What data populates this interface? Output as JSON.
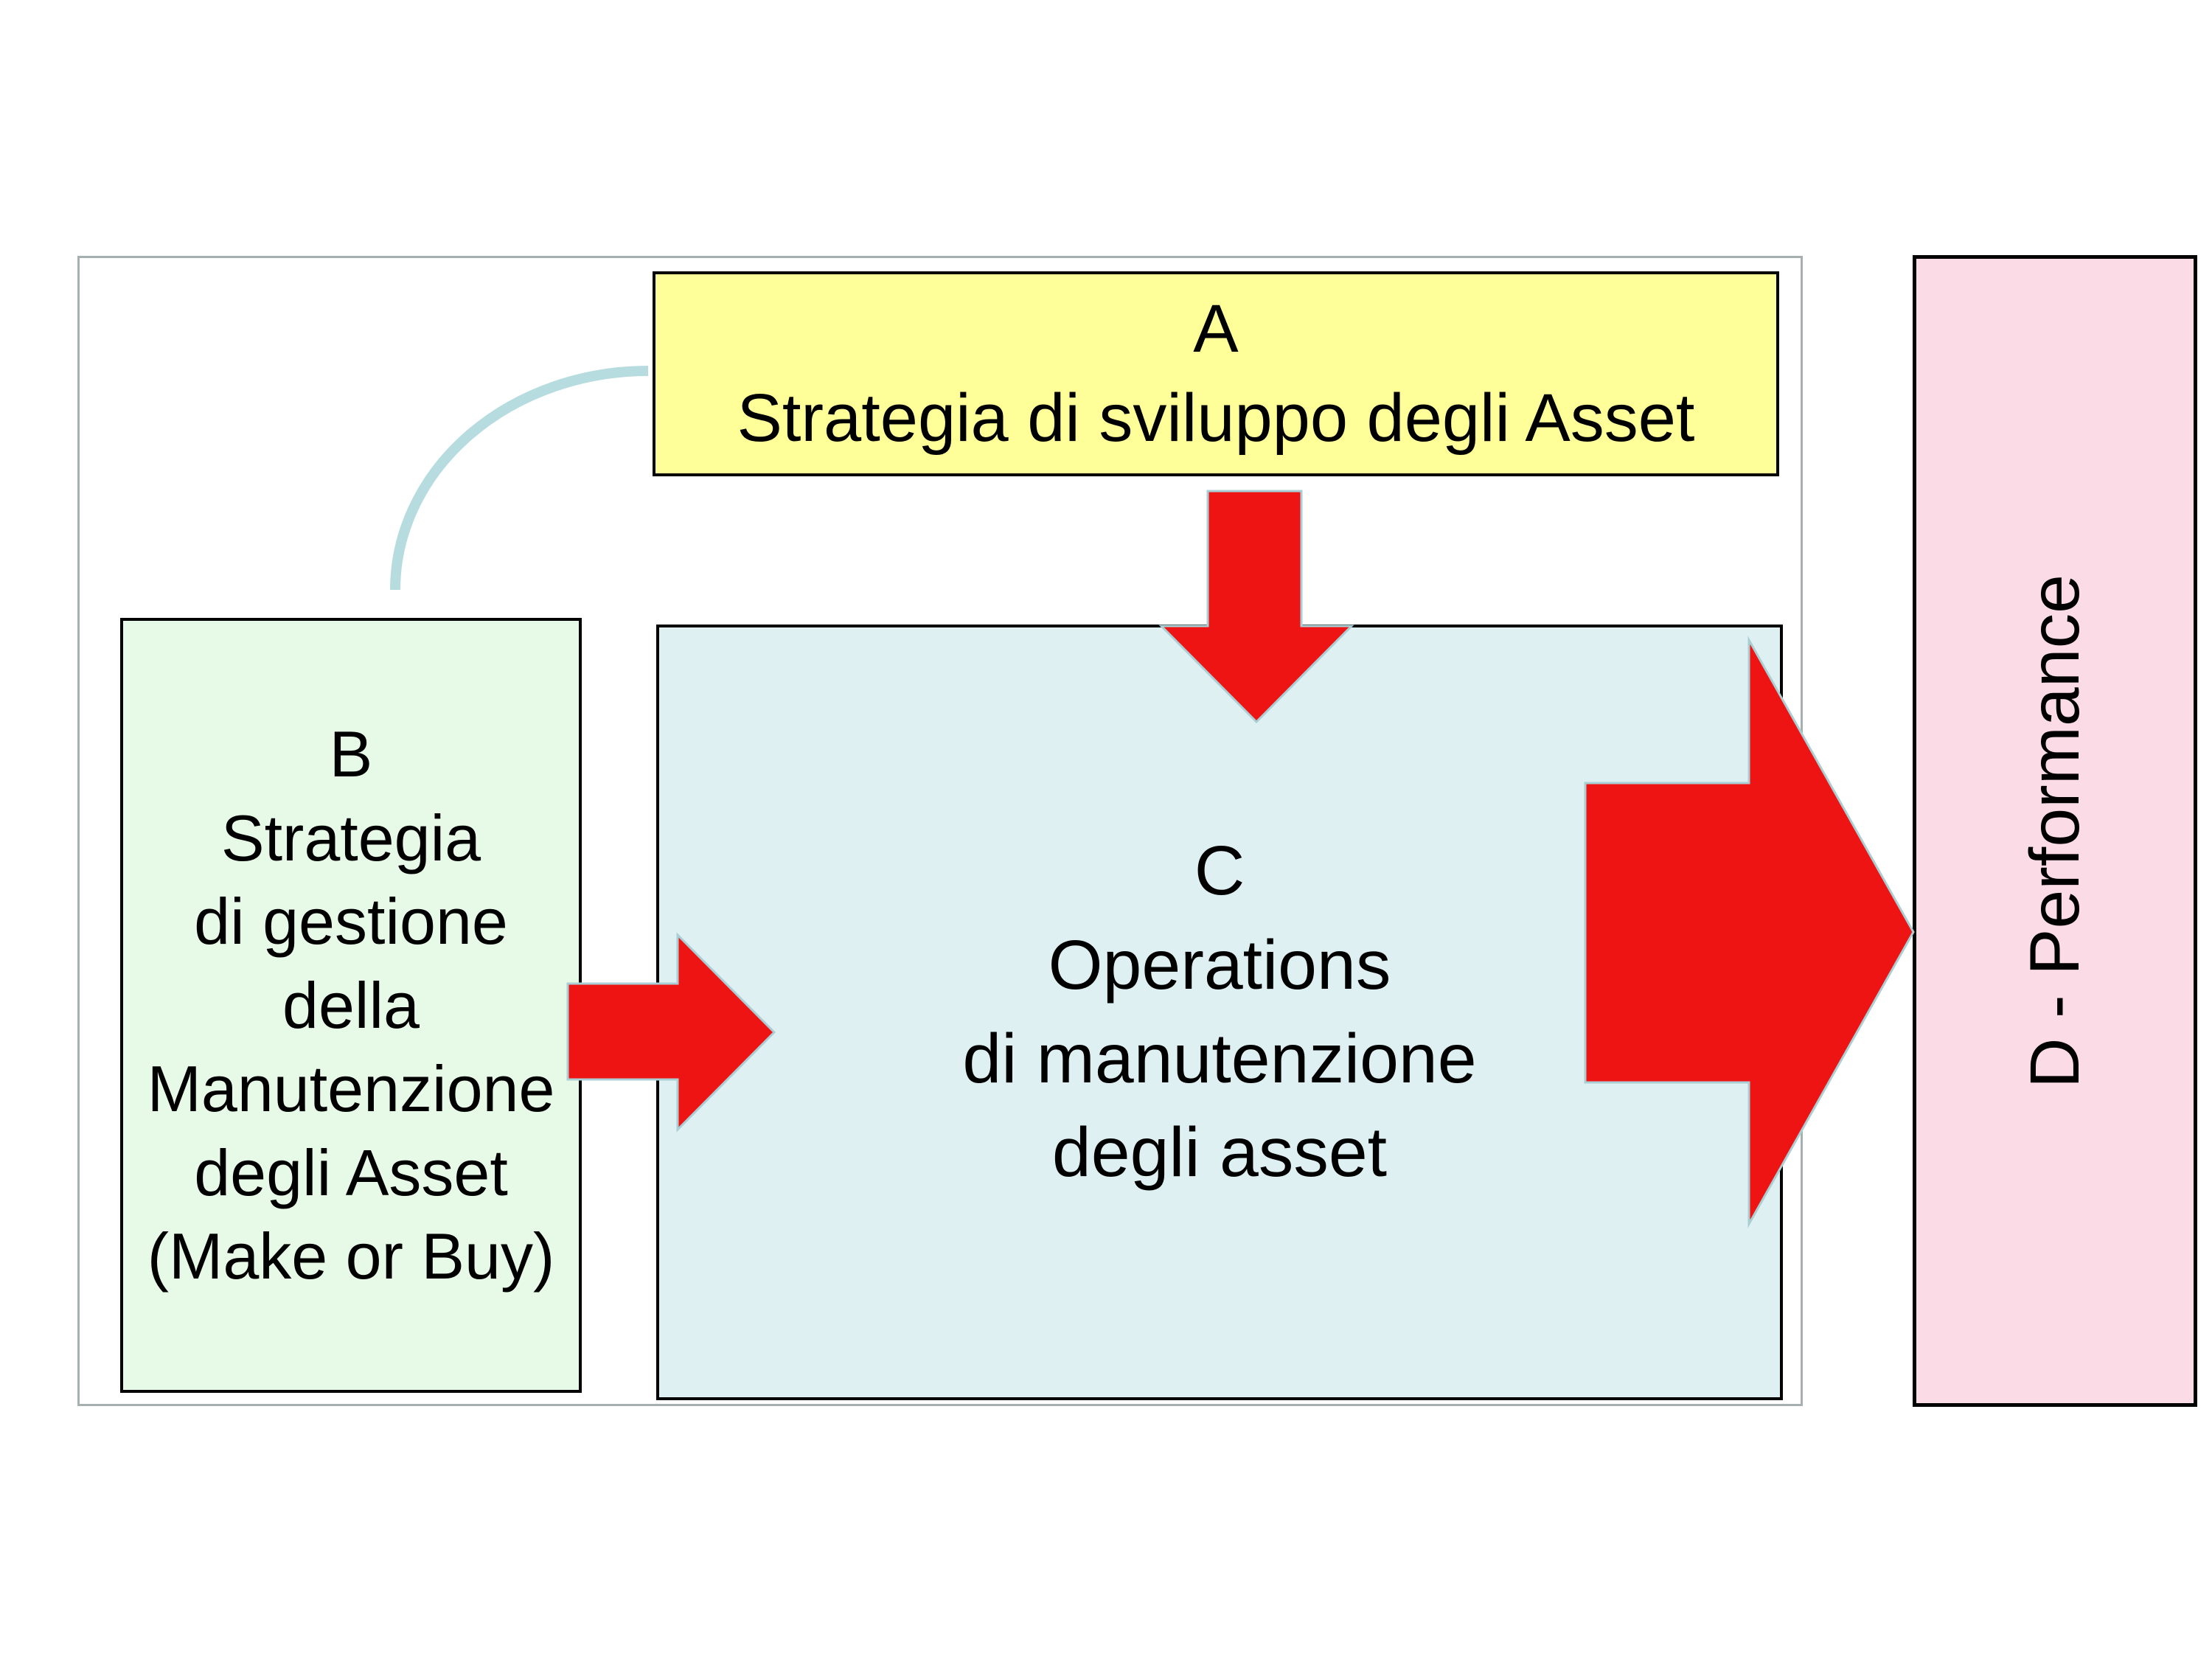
{
  "diagram": {
    "box_a": {
      "label": "A\nStrategia di sviluppo degli Asset"
    },
    "box_b": {
      "label": "B\nStrategia\ndi gestione\ndella\nManutenzione\ndegli Asset\n(Make or Buy)"
    },
    "box_c": {
      "label": "C\nOperations\ndi manutenzione\ndegli asset"
    },
    "box_d": {
      "label": "D - Performance"
    }
  },
  "colors": {
    "arrow_red": "#ee1414",
    "arrow_outline": "#a9ced3",
    "curve_stroke": "#b7dce0",
    "frame_border": "#a6b0b0",
    "box_a_fill": "#ffff99",
    "box_b_fill": "#e7f9e7",
    "box_c_fill": "#def0f2",
    "box_d_fill": "#fbdce6",
    "box_border": "#000000",
    "text": "#000000"
  }
}
